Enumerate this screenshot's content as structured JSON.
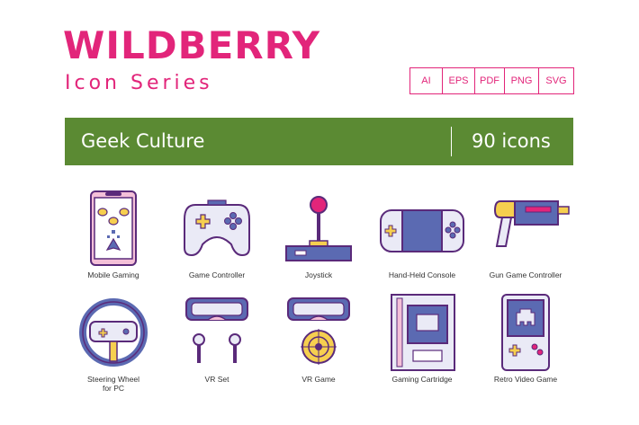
{
  "header": {
    "title": "WILDBERRY",
    "subtitle": "Icon Series",
    "formats": [
      "AI",
      "EPS",
      "PDF",
      "PNG",
      "SVG"
    ]
  },
  "banner": {
    "title": "Geek Culture",
    "count": "90 icons"
  },
  "icons": [
    {
      "label": "Mobile Gaming",
      "icon": "mobile-gaming-icon"
    },
    {
      "label": "Game Controller",
      "icon": "game-controller-icon"
    },
    {
      "label": "Joystick",
      "icon": "joystick-icon"
    },
    {
      "label": "Hand-Held Console",
      "icon": "handheld-console-icon"
    },
    {
      "label": "Gun Game Controller",
      "icon": "gun-controller-icon"
    },
    {
      "label": "Steering Wheel\nfor PC",
      "icon": "steering-wheel-icon"
    },
    {
      "label": "VR Set",
      "icon": "vr-set-icon"
    },
    {
      "label": "VR Game",
      "icon": "vr-game-icon"
    },
    {
      "label": "Gaming Cartridge",
      "icon": "gaming-cartridge-icon"
    },
    {
      "label": "Retro Video Game",
      "icon": "retro-video-game-icon"
    }
  ],
  "colors": {
    "brand": "#e2257a",
    "banner": "#5b8a33",
    "outline": "#5a2a7a",
    "blue": "#5b6ab2",
    "pink": "#f4c0d8",
    "yellow": "#f6cf4f",
    "light": "#eaeaf6"
  }
}
